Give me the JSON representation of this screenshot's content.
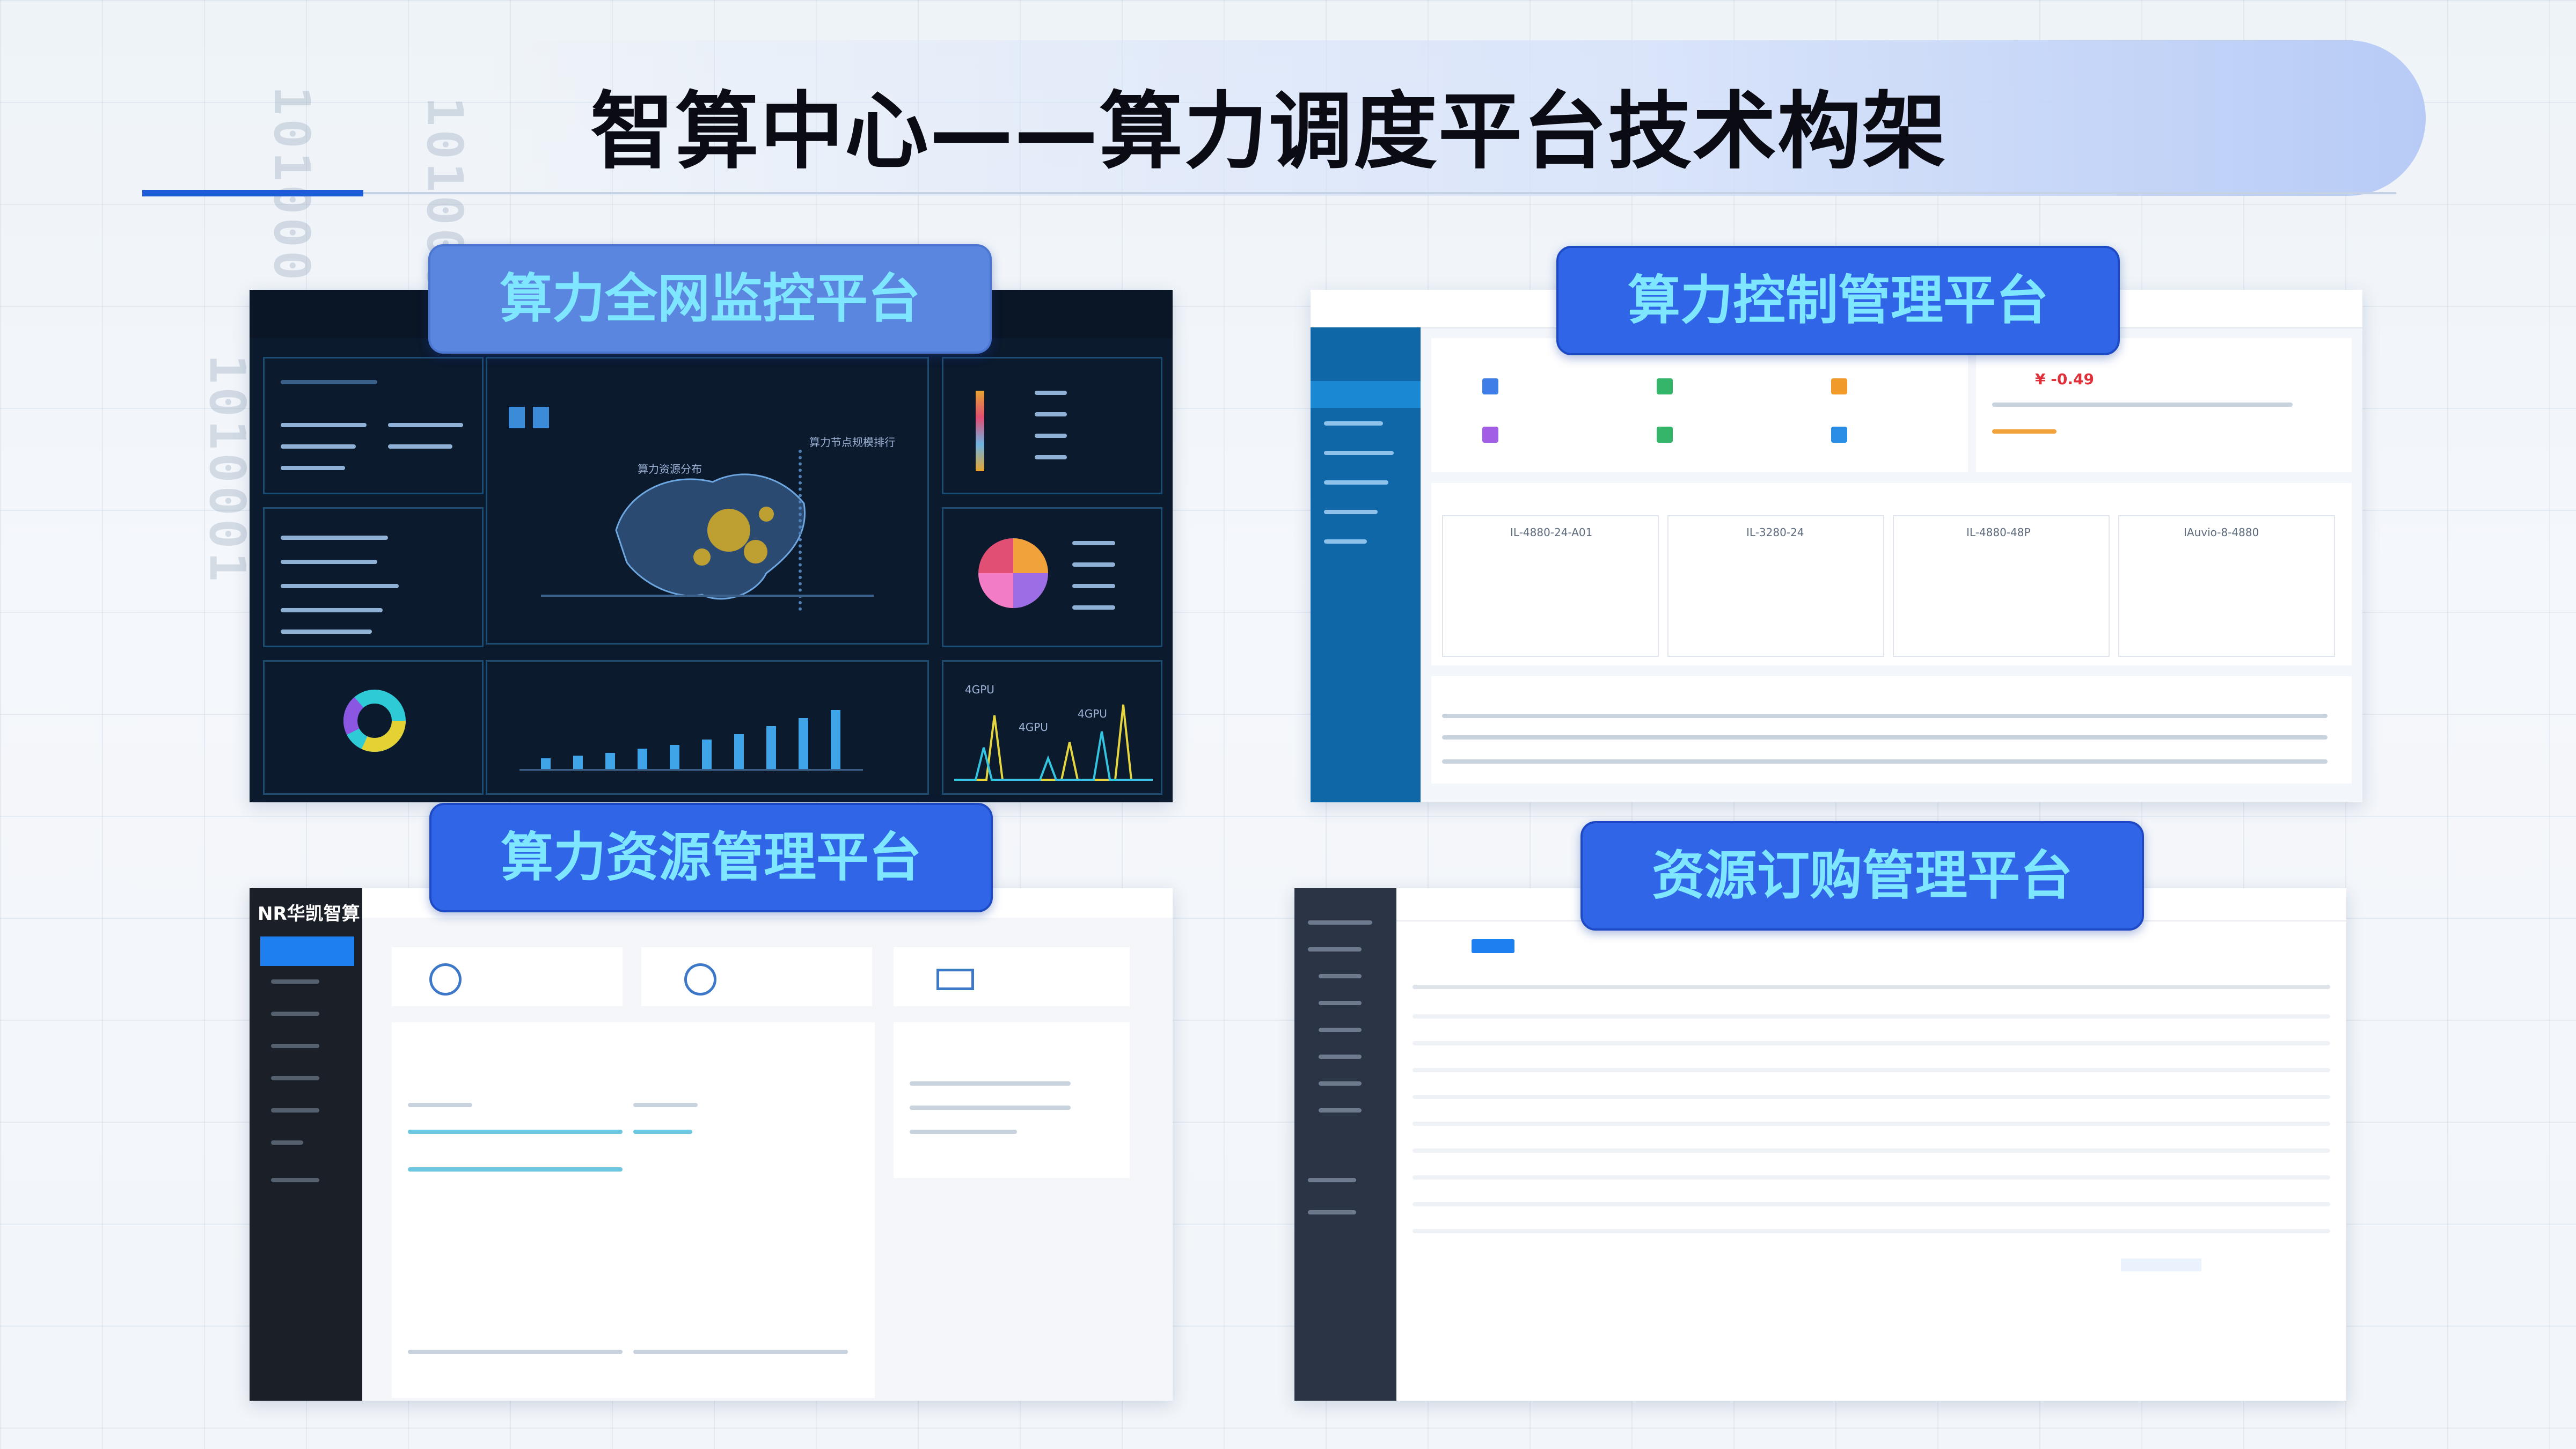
{
  "slide": {
    "title": "智算中心——算力调度平台技术构架",
    "binary_decor": [
      "101000",
      "1010001",
      "1010001"
    ]
  },
  "panels": {
    "monitor": {
      "label": "算力全网监控平台",
      "map_title": "算力资源分布",
      "ranking_title": "算力节点规模排行",
      "chart_labels": [
        "4GPU",
        "4GPU",
        "4GPU"
      ]
    },
    "control": {
      "label": "算力控制管理平台",
      "price": "¥ -0.49",
      "cluster_names": [
        "IL-4880-24-A01",
        "IL-3280-24",
        "IL-4880-48P",
        "IAuvio-8-4880"
      ]
    },
    "resource": {
      "label": "算力资源管理平台",
      "brand": "NR华凯智算"
    },
    "purchase": {
      "label": "资源订购管理平台"
    }
  },
  "colors": {
    "accent": "#1e5bd8",
    "label_text": "#7ee6ff",
    "dashboard_bg": "#0c1a2e",
    "sidebar_blue": "#0f67a8",
    "sidebar_dark": "#2a3444"
  }
}
